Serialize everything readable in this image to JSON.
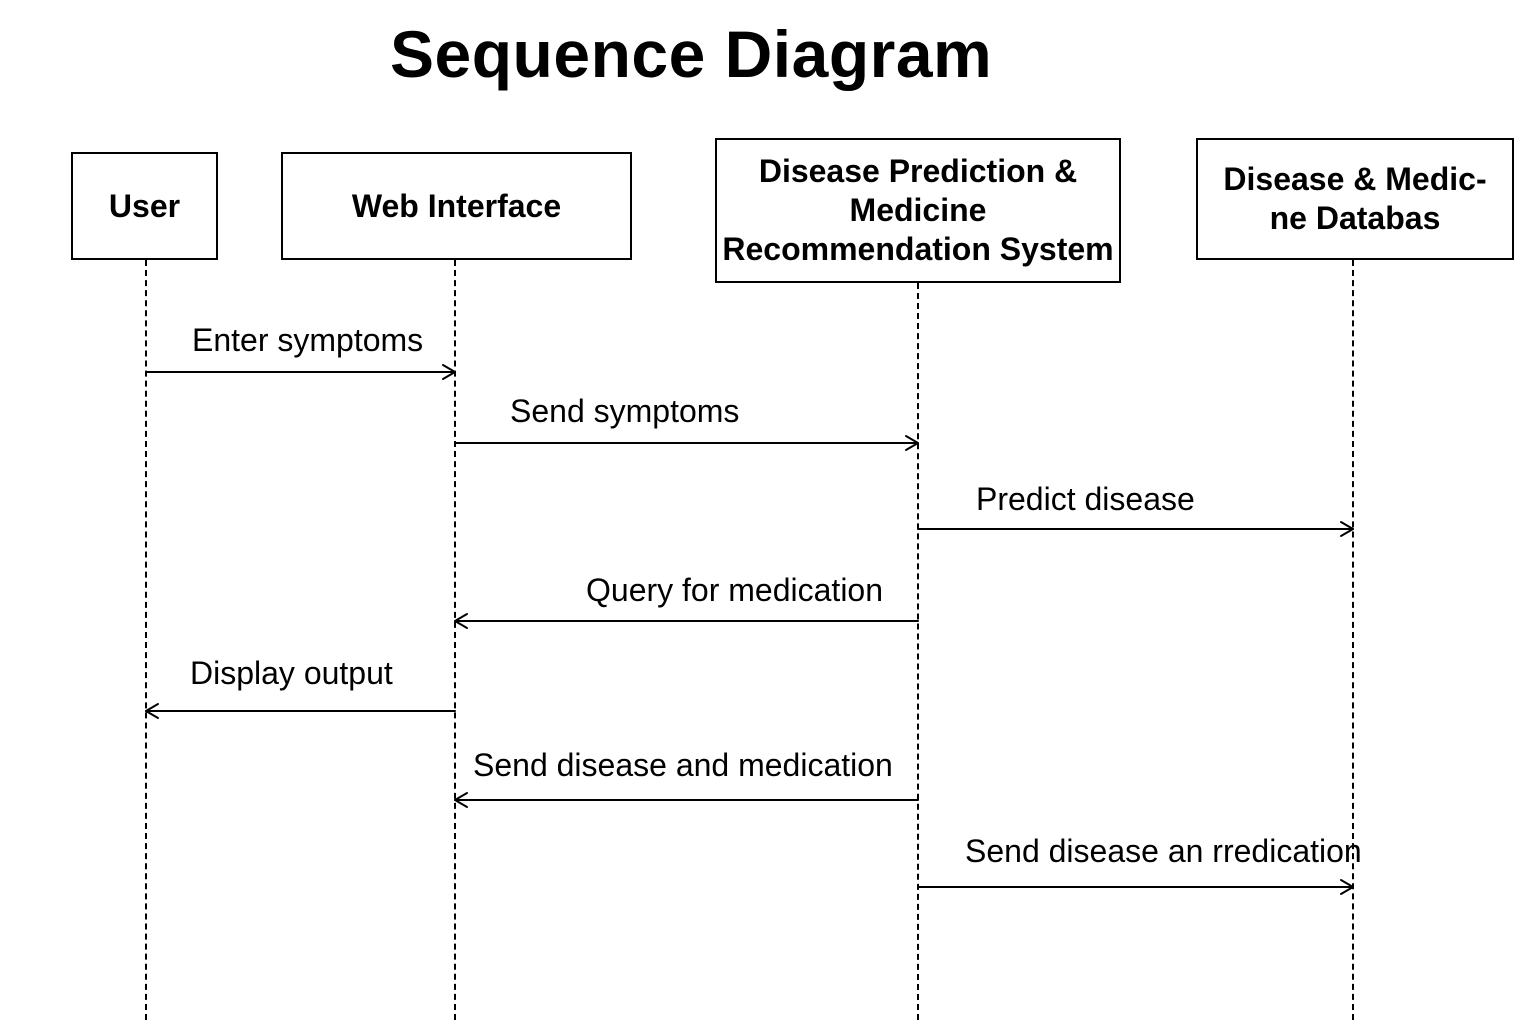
{
  "title": "Sequence Diagram",
  "participants": [
    {
      "id": "user",
      "lines": [
        "User"
      ]
    },
    {
      "id": "web",
      "lines": [
        "Web Interface"
      ]
    },
    {
      "id": "system",
      "lines": [
        "Disease Prediction &",
        "Medicine",
        "Recommendation System"
      ]
    },
    {
      "id": "db",
      "lines": [
        "Disease & Medic-",
        "ne Databas"
      ]
    }
  ],
  "messages": [
    {
      "from": "user",
      "to": "web",
      "label": "Enter symptoms"
    },
    {
      "from": "web",
      "to": "system",
      "label": "Send symptoms"
    },
    {
      "from": "system",
      "to": "db",
      "label": "Predict disease"
    },
    {
      "from": "system",
      "to": "web",
      "label": "Query for medication"
    },
    {
      "from": "web",
      "to": "user",
      "label": "Display output"
    },
    {
      "from": "system",
      "to": "web",
      "label": "Send disease and medication"
    },
    {
      "from": "system",
      "to": "db",
      "label": "Send disease an rredication"
    }
  ]
}
